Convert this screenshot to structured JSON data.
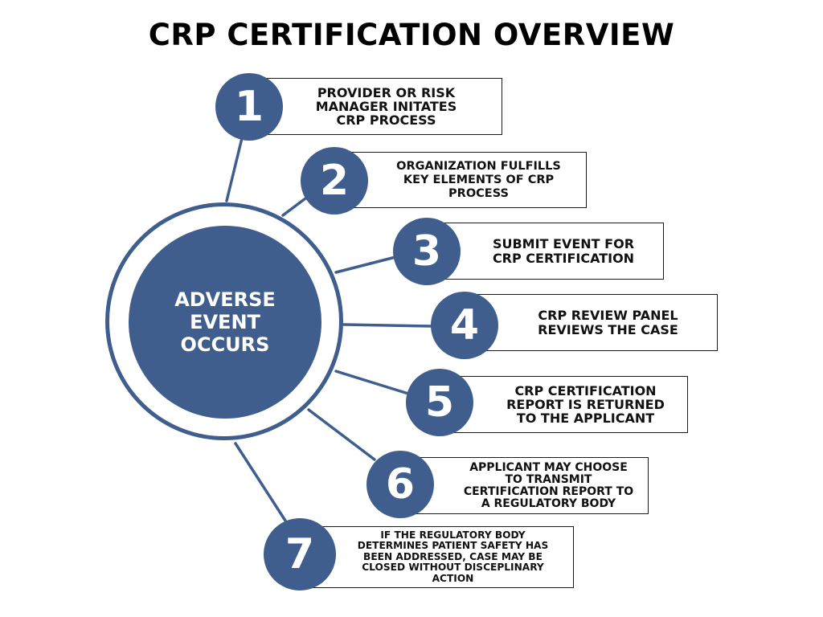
{
  "title": "CRP CERTIFICATION OVERVIEW",
  "center": {
    "text": "ADVERSE EVENT OCCURS"
  },
  "steps": [
    {
      "number": "1",
      "text": "PROVIDER OR RISK MANAGER INITATES CRP PROCESS"
    },
    {
      "number": "2",
      "text": "ORGANIZATION FULFILLS KEY ELEMENTS OF CRP PROCESS"
    },
    {
      "number": "3",
      "text": "SUBMIT EVENT FOR CRP CERTIFICATION"
    },
    {
      "number": "4",
      "text": "CRP REVIEW PANEL REVIEWS THE CASE"
    },
    {
      "number": "5",
      "text": "CRP CERTIFICATION REPORT IS RETURNED TO THE APPLICANT"
    },
    {
      "number": "6",
      "text": "APPLICANT MAY CHOOSE TO TRANSMIT CERTIFICATION REPORT TO A REGULATORY BODY"
    },
    {
      "number": "7",
      "text": "IF THE REGULATORY BODY DETERMINES PATIENT SAFETY HAS BEEN ADDRESSED, CASE MAY BE CLOSED WITHOUT DISCEPLINARY ACTION"
    }
  ],
  "colors": {
    "accent": "#3f5e8e",
    "border": "#1a1a1a",
    "text": "#111111"
  }
}
